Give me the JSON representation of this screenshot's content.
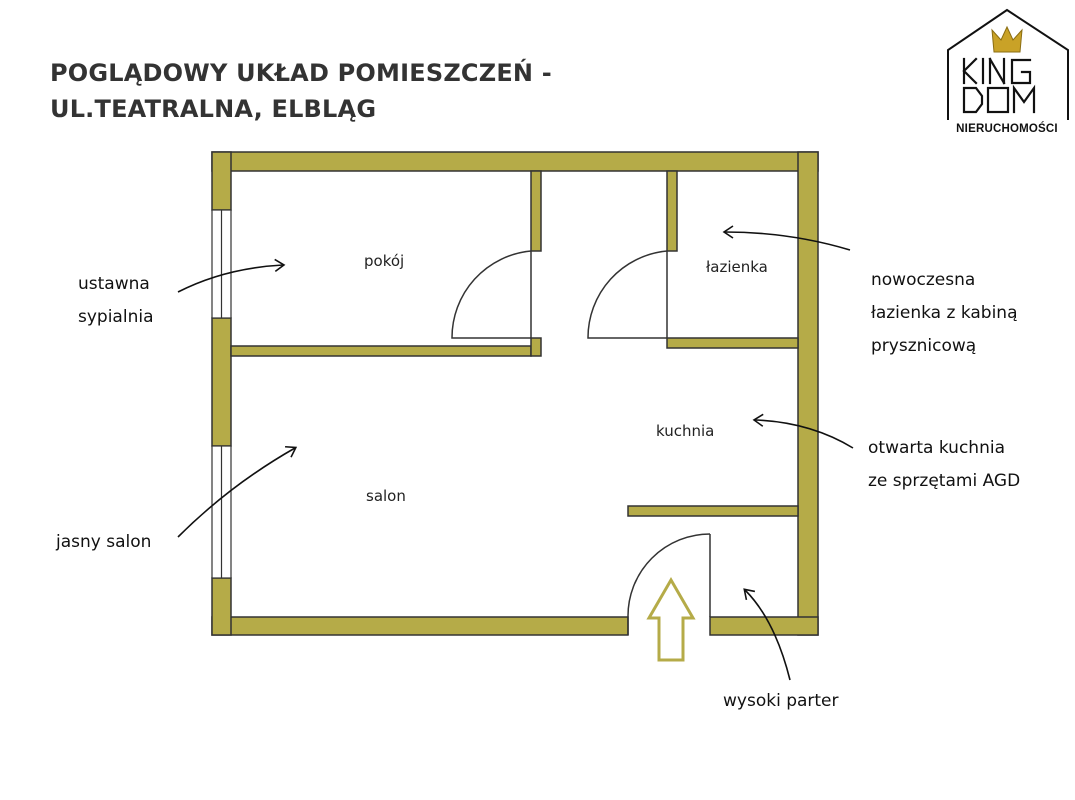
{
  "title": {
    "line1": "POGLĄDOWY UKŁAD POMIESZCZEŃ -",
    "line2": "UL.TEATRALNA, ELBLĄG"
  },
  "logo": {
    "text": "KING DOM",
    "subtitle": "NIERUCHOMOŚCI",
    "crown_color": "#c9a227"
  },
  "rooms": {
    "pokoj": "pokój",
    "lazienka": "łazienka",
    "kuchnia": "kuchnia",
    "salon": "salon"
  },
  "annotations": {
    "sypialnia": [
      "ustawna",
      "sypialnia"
    ],
    "lazienka": [
      "nowoczesna",
      "łazienka z kabiną",
      "prysznicową"
    ],
    "kuchnia": [
      "otwarta kuchnia",
      "ze sprzętami AGD"
    ],
    "salon": [
      "jasny salon"
    ],
    "parter": [
      "wysoki parter"
    ]
  },
  "colors": {
    "wall": "#b5ab48",
    "wall_outline": "#333333",
    "entrance_arrow": "#b5ab48"
  }
}
